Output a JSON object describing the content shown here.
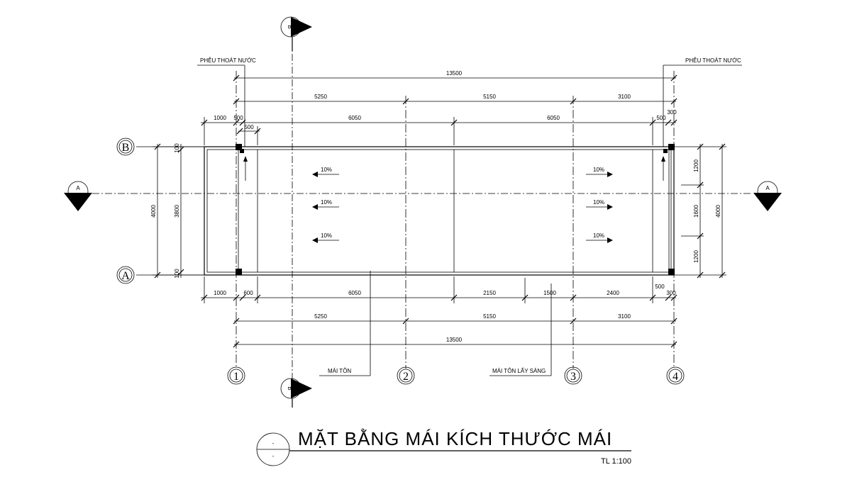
{
  "title": "MẶT BẰNG MÁI  KÍCH THƯỚC MÁI",
  "scale": "TL 1:100",
  "title_marker": {
    "top": "-",
    "bottom": "-"
  },
  "labels": {
    "funnel_left": "PHỄU THOÁT NƯỚC",
    "funnel_right": "PHỄU THOÁT NƯỚC",
    "roof_sheet": "MÁI TÔN",
    "skylight_sheet": "MÁI TÔN LẤY SÁNG"
  },
  "section_markers": {
    "vertical": "B",
    "horizontal": "A"
  },
  "grid_axes": {
    "columns": [
      "1",
      "2",
      "3",
      "4"
    ],
    "rows": [
      "A",
      "B"
    ]
  },
  "slopes": [
    "10%",
    "10%",
    "10%",
    "10%",
    "10%",
    "10%"
  ],
  "dims": {
    "top_total": "13500",
    "top_grid": [
      "5250",
      "5150",
      "3100"
    ],
    "top_detail": [
      "1000",
      "500",
      "6050",
      "6050",
      "500",
      "300"
    ],
    "top_small": [
      "500"
    ],
    "bottom_detail": [
      "1000",
      "600",
      "6050",
      "2150",
      "1500",
      "2400",
      "500",
      "300"
    ],
    "bottom_grid": [
      "5250",
      "5150",
      "3100"
    ],
    "bottom_total": "13500",
    "left": [
      "4000",
      "3800",
      "100",
      "100"
    ],
    "right": [
      "1200",
      "1600",
      "1200",
      "4000"
    ]
  }
}
